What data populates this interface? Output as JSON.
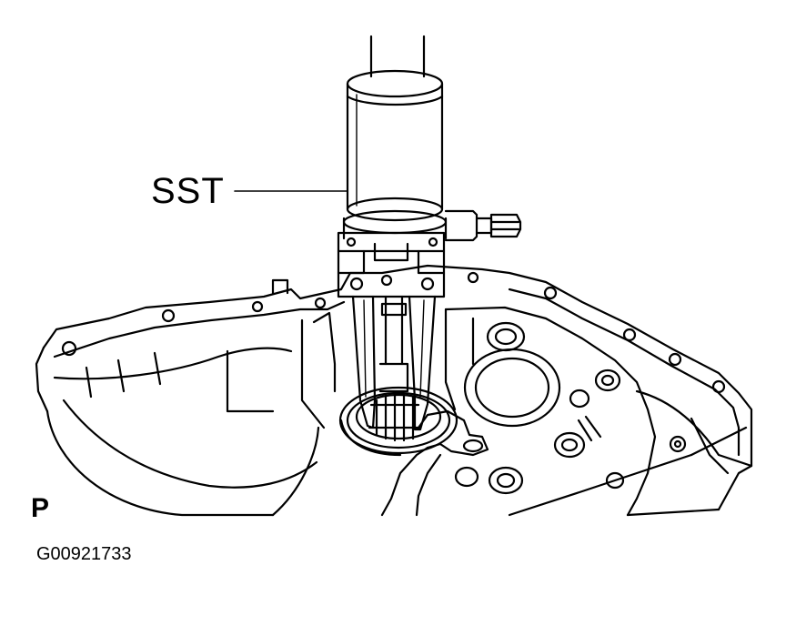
{
  "diagram": {
    "callout_label": "SST",
    "view_label": "P",
    "figure_id": "G00921733",
    "colors": {
      "line": "#000000",
      "background": "#ffffff"
    }
  }
}
